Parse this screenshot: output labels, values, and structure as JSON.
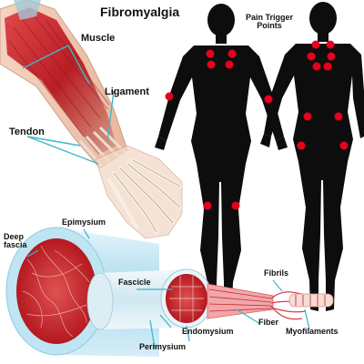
{
  "title": "Fibromyalgia",
  "trigger_title": [
    "Pain Trigger",
    "Points"
  ],
  "labels": {
    "muscle": "Muscle",
    "ligament": "Ligament",
    "tendon": "Tendon",
    "epimysium": "Epimysium",
    "deep_fascia": [
      "Deep",
      "fascia"
    ],
    "fascicle": "Fascicle",
    "endomysium": "Endomysium",
    "perimysium": "Perimysium",
    "fiber": "Fiber",
    "fibrils": "Fibrils",
    "myofilaments": "Myofilaments"
  },
  "colors": {
    "muscle_red": "#c8282d",
    "trigger_point": "#e8001c",
    "silhouette": "#0d0d0d",
    "pointer_line": "#3fb8c8",
    "fascia_blue": "#bfe4f2"
  }
}
